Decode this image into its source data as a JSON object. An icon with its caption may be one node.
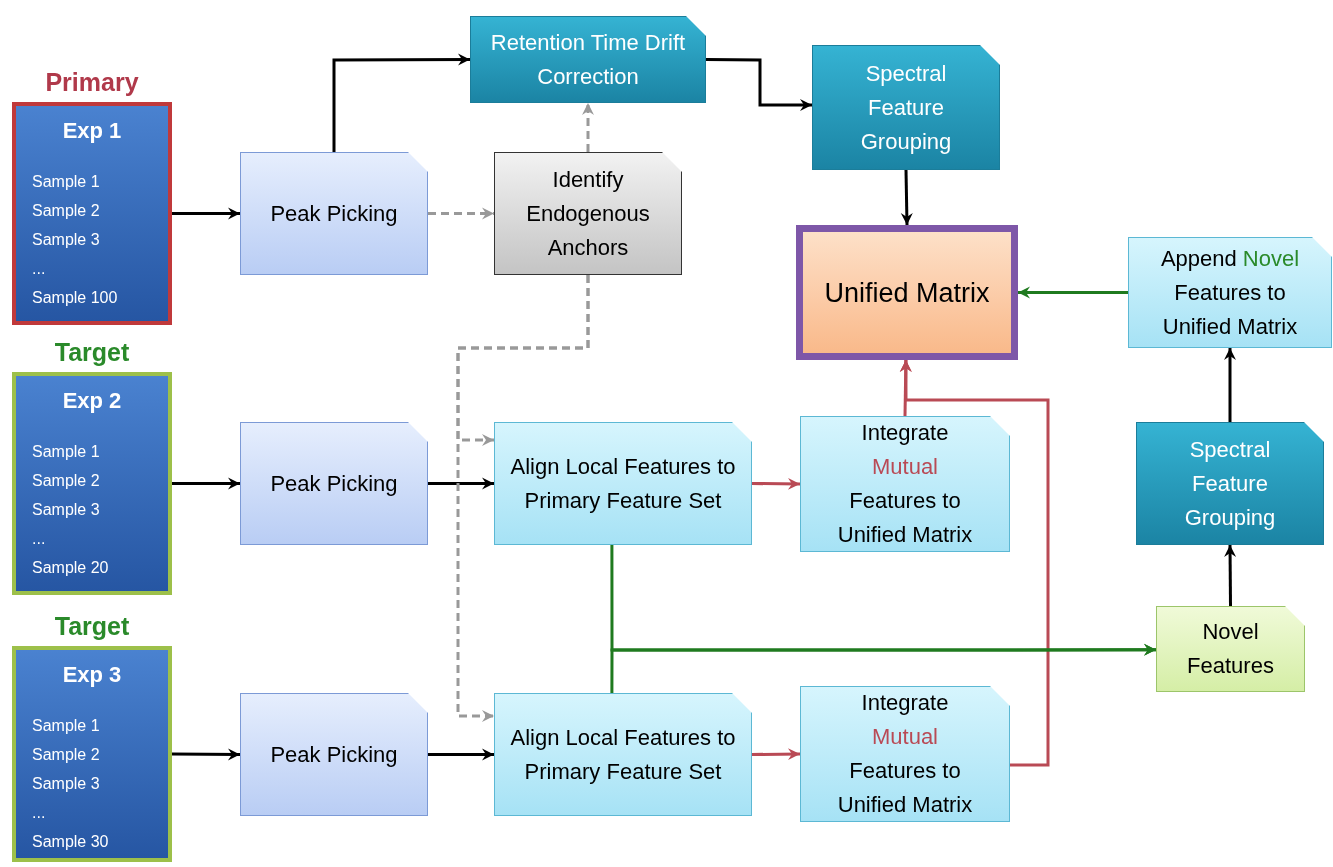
{
  "diagram": {
    "nodes": [
      {
        "text": [
          "Primary",
          "Exp 1",
          "Sample 1",
          "Sample 2",
          "Sample 3",
          "...",
          "Sample 100"
        ]
      },
      {
        "text": [
          "Target",
          "Exp 2",
          "Sample 1",
          "Sample 2",
          "Sample 3",
          "...",
          "Sample 20"
        ]
      },
      {
        "text": [
          "Target",
          "Exp 3",
          "Sample 1",
          "Sample 2",
          "Sample 3",
          "...",
          "Sample 30"
        ]
      },
      {
        "text": [
          "Peak Picking"
        ]
      },
      {
        "text": [
          "Retention Time Drift Correction"
        ]
      },
      {
        "text": [
          "Identify Endogenous Anchors"
        ]
      },
      {
        "text": [
          "Spectral Feature Grouping"
        ]
      },
      {
        "text": [
          "Unified Matrix"
        ]
      },
      {
        "text": [
          "Append",
          "Novel",
          "Features to Unified Matrix"
        ]
      },
      {
        "text": [
          "Peak Picking"
        ]
      },
      {
        "text": [
          "Align Local Features to Primary Feature Set"
        ]
      },
      {
        "text": [
          "Integrate",
          "Mutual",
          "Features to Unified Matrix"
        ]
      },
      {
        "text": [
          "Spectral Feature Grouping"
        ]
      },
      {
        "text": [
          "Novel Features"
        ]
      },
      {
        "text": [
          "Peak Picking"
        ]
      },
      {
        "text": [
          "Align Local Features to Primary Feature Set"
        ]
      },
      {
        "text": [
          "Integrate",
          "Mutual",
          "Features to Unified Matrix"
        ]
      }
    ],
    "edges": [
      {
        "from": 0,
        "to": 3,
        "arrow": "to"
      },
      {
        "from": 3,
        "to": 4,
        "arrow": "to"
      },
      {
        "from": 3,
        "to": 5,
        "arrow": "to",
        "style": "dashed",
        "color": "#999999"
      },
      {
        "from": 5,
        "to": 4,
        "arrow": "to",
        "style": "dashed",
        "color": "#999999"
      },
      {
        "from": 4,
        "to": 6,
        "arrow": "to"
      },
      {
        "from": 6,
        "to": 7,
        "arrow": "to"
      },
      {
        "from": 1,
        "to": 9,
        "arrow": "to"
      },
      {
        "from": 9,
        "to": 10,
        "arrow": "to"
      },
      {
        "from": 10,
        "to": 11,
        "arrow": "to",
        "color": "#b94a55"
      },
      {
        "from": 5,
        "to": 10,
        "arrow": "to",
        "style": "dashed",
        "color": "#999999"
      },
      {
        "from": 5,
        "to": 15,
        "arrow": "to",
        "style": "dashed",
        "color": "#999999"
      },
      {
        "from": 2,
        "to": 14,
        "arrow": "to"
      },
      {
        "from": 14,
        "to": 15,
        "arrow": "to"
      },
      {
        "from": 15,
        "to": 16,
        "arrow": "to",
        "color": "#b94a55"
      },
      {
        "from": 11,
        "to": 7,
        "arrow": "to",
        "color": "#b94a55"
      },
      {
        "from": 16,
        "to": 7,
        "arrow": "to",
        "color": "#b94a55"
      },
      {
        "from": 10,
        "to": 13,
        "arrow": "to",
        "color": "#1f7a1f"
      },
      {
        "from": 15,
        "to": 13,
        "arrow": "to",
        "color": "#1f7a1f"
      },
      {
        "from": 13,
        "to": 12,
        "arrow": "to"
      },
      {
        "from": 12,
        "to": 8,
        "arrow": "to"
      },
      {
        "from": 8,
        "to": 7,
        "arrow": "to",
        "color": "#1f7a1f"
      }
    ]
  }
}
